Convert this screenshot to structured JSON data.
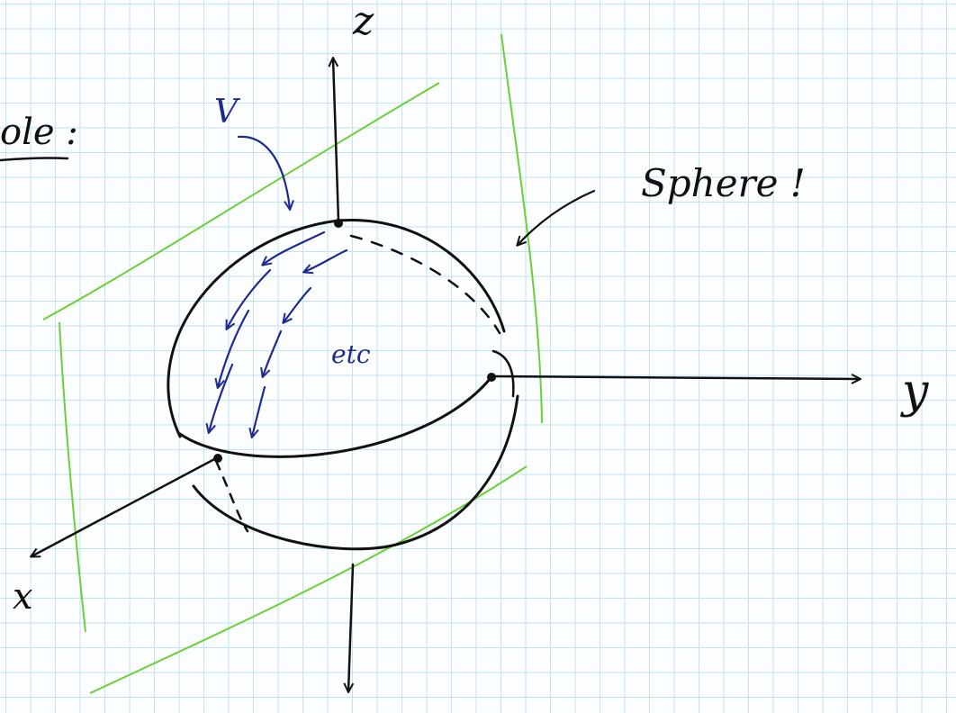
{
  "labels": {
    "heading_fragment": "ole :",
    "axis_z": "z",
    "axis_y": "y",
    "axis_x": "x",
    "vector_field": "V",
    "sphere_note": "Sphere !",
    "etc": "etc"
  },
  "colors": {
    "grid": "#bfe4ee",
    "ink_black": "#111111",
    "ink_blue": "#1f2a8f",
    "plane_green": "#6ccf3a"
  }
}
